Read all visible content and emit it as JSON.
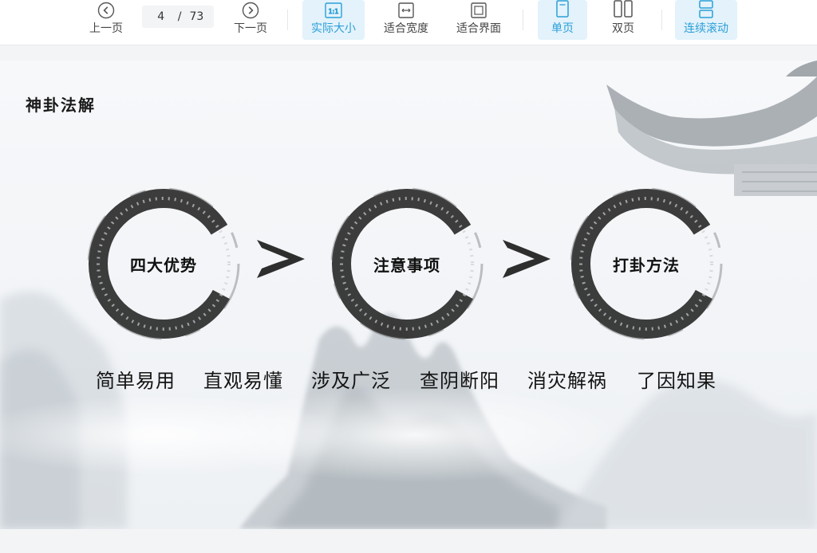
{
  "toolbar": {
    "prev_label": "上一页",
    "current_page": "4",
    "page_separator": "/",
    "total_pages": "73",
    "next_label": "下一页",
    "actual_size_label": "实际大小",
    "actual_size_icon_text": "1:1",
    "fit_width_label": "适合宽度",
    "fit_page_label": "适合界面",
    "single_page_label": "单页",
    "double_page_label": "双页",
    "continuous_label": "连续滚动",
    "accent_color": "#2a9fd8"
  },
  "slide": {
    "title": "神卦法解",
    "circles": [
      {
        "label": "四大优势"
      },
      {
        "label": "注意事项"
      },
      {
        "label": "打卦方法"
      }
    ],
    "phrases": [
      "简单易用",
      "直观易懂",
      "涉及广泛",
      "查阴断阳",
      "消灾解祸",
      "了因知果"
    ]
  }
}
